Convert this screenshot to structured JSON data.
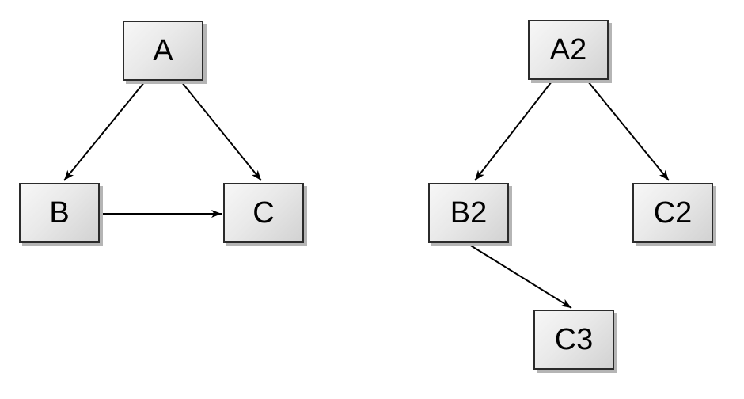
{
  "diagram": {
    "background_color": "#ffffff",
    "node_style": {
      "fill_light": "#f7f7f7",
      "fill_dark": "#d2d2d2",
      "border_color": "#2b2b2b",
      "shadow_color": "#b5b5b5",
      "text_color": "#000000"
    },
    "edge_style": {
      "line_color": "#000000",
      "arrowhead": "classic-filled"
    },
    "nodes": [
      {
        "id": "A",
        "label": "A"
      },
      {
        "id": "B",
        "label": "B"
      },
      {
        "id": "C",
        "label": "C"
      },
      {
        "id": "A2",
        "label": "A2"
      },
      {
        "id": "B2",
        "label": "B2"
      },
      {
        "id": "C2",
        "label": "C2"
      },
      {
        "id": "C3",
        "label": "C3"
      }
    ],
    "edges": [
      {
        "from": "A",
        "to": "B"
      },
      {
        "from": "A",
        "to": "C"
      },
      {
        "from": "B",
        "to": "C"
      },
      {
        "from": "A2",
        "to": "B2"
      },
      {
        "from": "A2",
        "to": "C2"
      },
      {
        "from": "B2",
        "to": "C3"
      }
    ]
  }
}
